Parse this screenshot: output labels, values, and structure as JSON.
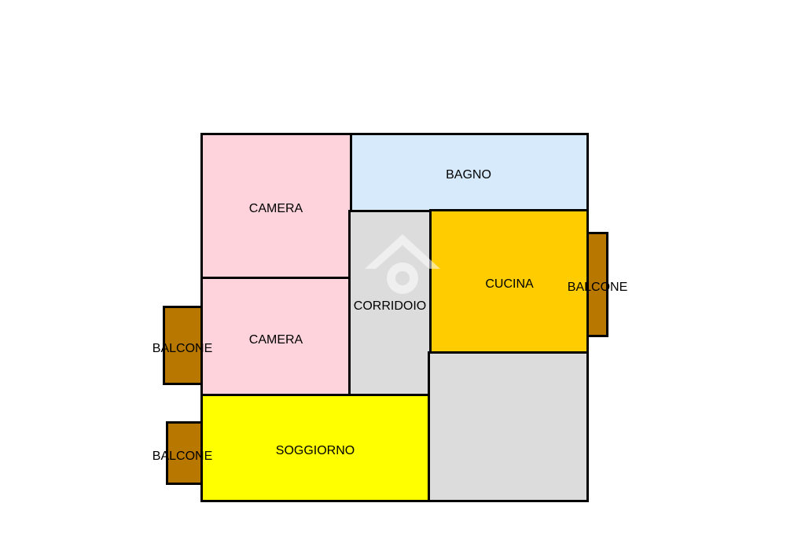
{
  "colors": {
    "camera": "#ffd3dc",
    "bagno": "#d6eafb",
    "cucina": "#ffcc00",
    "soggiorno": "#ffff00",
    "corridoio": "#dcdcdc",
    "unlabeled": "#dcdcdc",
    "balcone": "#b87800",
    "wall": "#000000"
  },
  "rooms": {
    "camera_top": "CAMERA",
    "camera_bottom": "CAMERA",
    "bagno": "BAGNO",
    "corridoio": "CORRIDOIO",
    "cucina": "CUCINA",
    "soggiorno": "SOGGIORNO",
    "balcone_right": "BALCONE",
    "balcone_left_top": "BALCONE",
    "balcone_left_bottom": "BALCONE"
  },
  "icons": {
    "watermark": "house-logo-icon"
  }
}
